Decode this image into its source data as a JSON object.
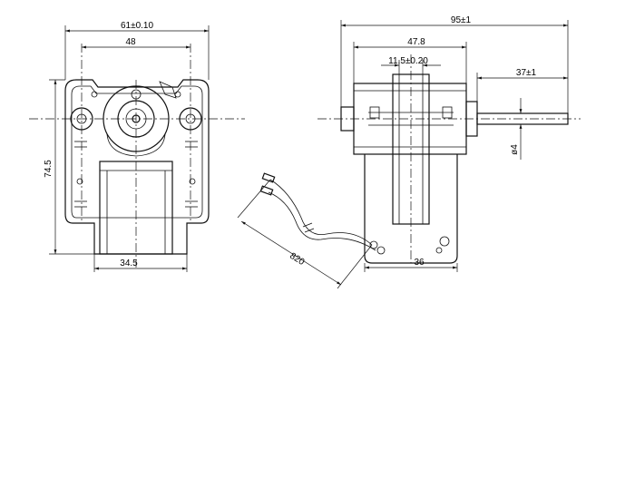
{
  "dimensions": {
    "front_width_total": "61±0.10",
    "front_hole_spacing": "48",
    "front_height": "74.5",
    "front_coil_width": "34.5",
    "side_total_length": "95±1",
    "side_body_length": "47.8",
    "side_bearing_width": "11.5±0.20",
    "shaft_extension": "37±1",
    "shaft_diameter": "ø4",
    "lead_length": "820",
    "side_base_width": "36"
  },
  "views": [
    "front-view",
    "side-view"
  ]
}
